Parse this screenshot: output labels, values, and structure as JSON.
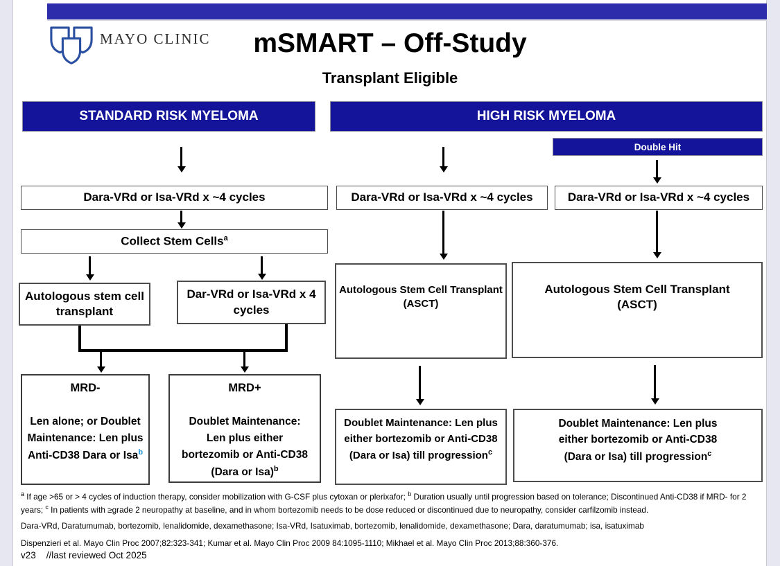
{
  "header": {
    "brand": "MAYO CLINIC",
    "title": "mSMART – Off-Study",
    "subtitle": "Transplant Eligible"
  },
  "risk_headers": {
    "standard": "STANDARD RISK MYELOMA",
    "high": "HIGH RISK MYELOMA",
    "double_hit": "Double Hit"
  },
  "standard_path": {
    "induction": "Dara-VRd or Isa-VRd x ~4 cycles",
    "collect_stem_cells": "Collect Stem Cells",
    "collect_sup": "a",
    "asct": "Autologous stem cell transplant",
    "extra_cycles": "Dar-VRd or Isa-VRd x 4 cycles",
    "mrd_negative": {
      "title": "MRD-",
      "body": "Len alone; or Doublet Maintenance: Len plus Anti-CD38 Dara or Isa",
      "sup": "b"
    },
    "mrd_positive": {
      "title": "MRD+",
      "body": "Doublet Maintenance: Len plus either bortezomib or Anti-CD38 (Dara or Isa)",
      "sup": "b"
    }
  },
  "high_risk_path": {
    "induction": "Dara-VRd or Isa-VRd x ~4 cycles",
    "asct": "Autologous Stem Cell Transplant (ASCT)",
    "maintenance": "Doublet Maintenance: Len plus either bortezomib or Anti-CD38 (Dara or Isa) till progression",
    "maintenance_sup": "c"
  },
  "double_hit_path": {
    "induction": "Dara-VRd or Isa-VRd x ~4 cycles",
    "asct": "Autologous Stem Cell Transplant (ASCT)",
    "maintenance": "Doublet Maintenance: Len plus either bortezomib or Anti-CD38 (Dara or Isa) till progression",
    "maintenance_sup": "c"
  },
  "footnotes": {
    "sup_a": "a",
    "note_a": " If age >65 or > 4 cycles of induction therapy, consider mobilization with G-CSF plus cytoxan or plerixafor; ",
    "sup_b": "b",
    "note_b": " Duration usually until progression based on tolerance; Discontinued Anti-CD38 if MRD-  for 2 years; ",
    "sup_c": "c",
    "note_c": " In patients with ≥grade 2 neuropathy at baseline, and in whom bortezomib needs to be dose reduced or discontinued due to neuropathy, consider carfilzomib instead.",
    "abbreviations": "Dara-VRd, Daratumumab, bortezomib, lenalidomide, dexamethasone; Isa-VRd, Isatuximab, bortezomib, lenalidomide, dexamethasone; Dara, daratumumab; isa, isatuximab",
    "references": "Dispenzieri et al. Mayo Clin Proc 2007;82:323-341; Kumar et al. Mayo Clin Proc 2009 84:1095-1110; Mikhael et al. Mayo Clin Proc 2013;88:360-376.",
    "version": "v23    //last reviewed Oct 2025"
  },
  "colors": {
    "top_bar": "#2d2dab",
    "risk_header_bg": "#14149b",
    "logo_blue": "#2b4fa0",
    "footnote_blue_sup": "#2196d6"
  }
}
